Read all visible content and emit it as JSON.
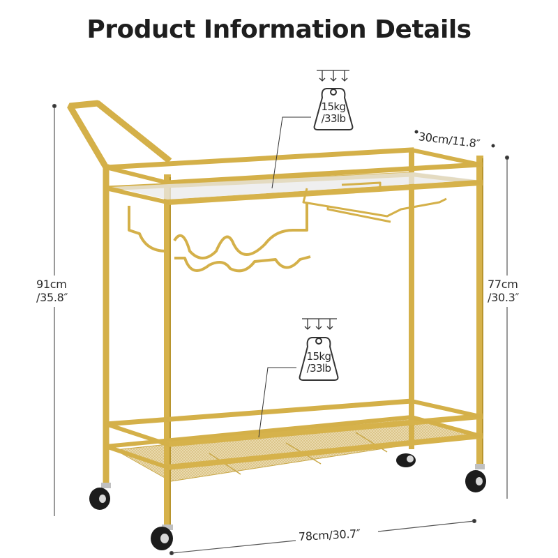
{
  "title": "Product Information Details",
  "product": {
    "type": "bar cart",
    "frame_color": "#d4b049",
    "frame_shadow": "#b8952e",
    "glass_color": "#e9e9e9",
    "mesh_color": "#e6d3a2"
  },
  "dimensions": {
    "total_height": {
      "cm": "91cm",
      "inch": "/35.8″"
    },
    "shelf_height": {
      "cm": "77cm",
      "inch": "/30.3″"
    },
    "depth": {
      "label": "30cm/11.8″"
    },
    "width": {
      "label": "78cm/30.7″"
    }
  },
  "load_capacity": {
    "top_shelf": {
      "kg": "15kg",
      "lb": "/33lb"
    },
    "bottom_shelf": {
      "kg": "15kg",
      "lb": "/33lb"
    }
  },
  "icons": {
    "weight": "weight-icon",
    "down_arrows": "down-arrows-icon",
    "caster": "caster-wheel-icon"
  }
}
